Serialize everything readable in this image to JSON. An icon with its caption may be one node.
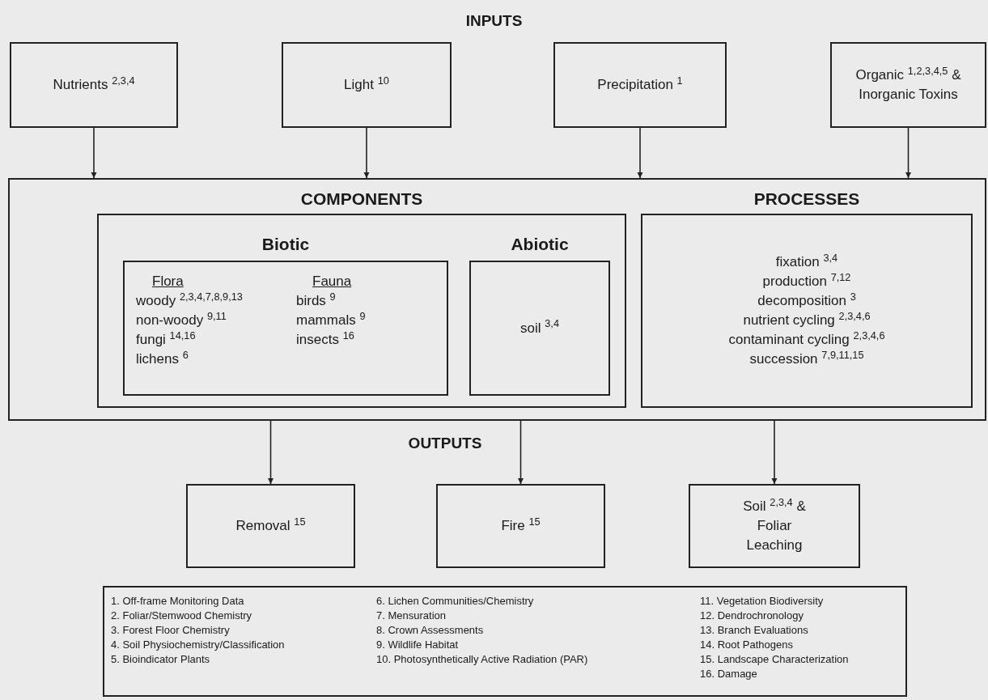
{
  "diagram": {
    "title": "INPUTS",
    "nodes": [
      {
        "text": [
          "Nutrients $^{2,3,4}$"
        ]
      },
      {
        "text": [
          "Light $^{10}$"
        ]
      },
      {
        "text": [
          "Precipitation $^{1}$"
        ]
      },
      {
        "text": [
          "Organic $^{1,2,3,4,5}$ & Inorganic Toxins"
        ]
      },
      {
        "text": [],
        "shape": "box"
      },
      {
        "text": [
          "COMPONENTS"
        ],
        "in": 4
      },
      {
        "text": [
          "Biotic",
          "Flora",
          "woody $^{2,3,4,7,8,9,13}$",
          "non-woody $^{9,11}$",
          "fungi $^{14,16}$",
          "lichens $^{6}$",
          "Fauna",
          "birds $^{9}$",
          "mammals $^{9}$",
          "insects $^{16}$"
        ],
        "in": 5
      },
      {
        "text": [
          "Abiotic",
          "soil $^{3,4}$"
        ],
        "in": 5
      },
      {
        "text": [
          "PROCESSES",
          "fixation $^{3,4}$",
          "production $^{7,12}$",
          "decomposition $^{3}$",
          "nutrient cycling $^{2,3,4,6}$",
          "contaminant cycling $^{2,3,4,6}$",
          "succession $^{7,9,11,15}$"
        ],
        "in": 4
      },
      {
        "text": [
          "Removal $^{15}$"
        ]
      },
      {
        "text": [
          "Fire $^{15}$"
        ]
      },
      {
        "text": [
          "Soil $^{2,3,4}$ & Foliar Leaching"
        ]
      },
      {
        "text": [
          "1. Off-frame Monitoring Data",
          "2. Foliar/Stemwood Chemistry",
          "3. Forest Floor Chemistry",
          "4. Soil Physiochemistry/Classification",
          "5. Bioindicator Plants",
          "6. Lichen Communities/Chemistry",
          "7. Mensuration",
          "8. Crown Assessments",
          "9. Wildlife Habitat",
          "10. Photosynthetically Active Radiation (PAR)",
          "11. Vegetation Biodiversity",
          "12. Dendrochronology",
          "13. Branch Evaluations",
          "14. Root Pathogens",
          "15. Landscape Characterization",
          "16. Damage"
        ]
      }
    ],
    "edges": [
      {
        "from": 0,
        "to": 4,
        "arrow": "to"
      },
      {
        "from": 1,
        "to": 4,
        "arrow": "to"
      },
      {
        "from": 2,
        "to": 4,
        "arrow": "to"
      },
      {
        "from": 3,
        "to": 4,
        "arrow": "to"
      },
      {
        "from": 4,
        "to": 9,
        "arrow": "to"
      },
      {
        "from": 4,
        "to": 10,
        "arrow": "to"
      },
      {
        "from": 4,
        "to": 11,
        "arrow": "to"
      }
    ],
    "labels": [
      "OUTPUTS"
    ]
  }
}
